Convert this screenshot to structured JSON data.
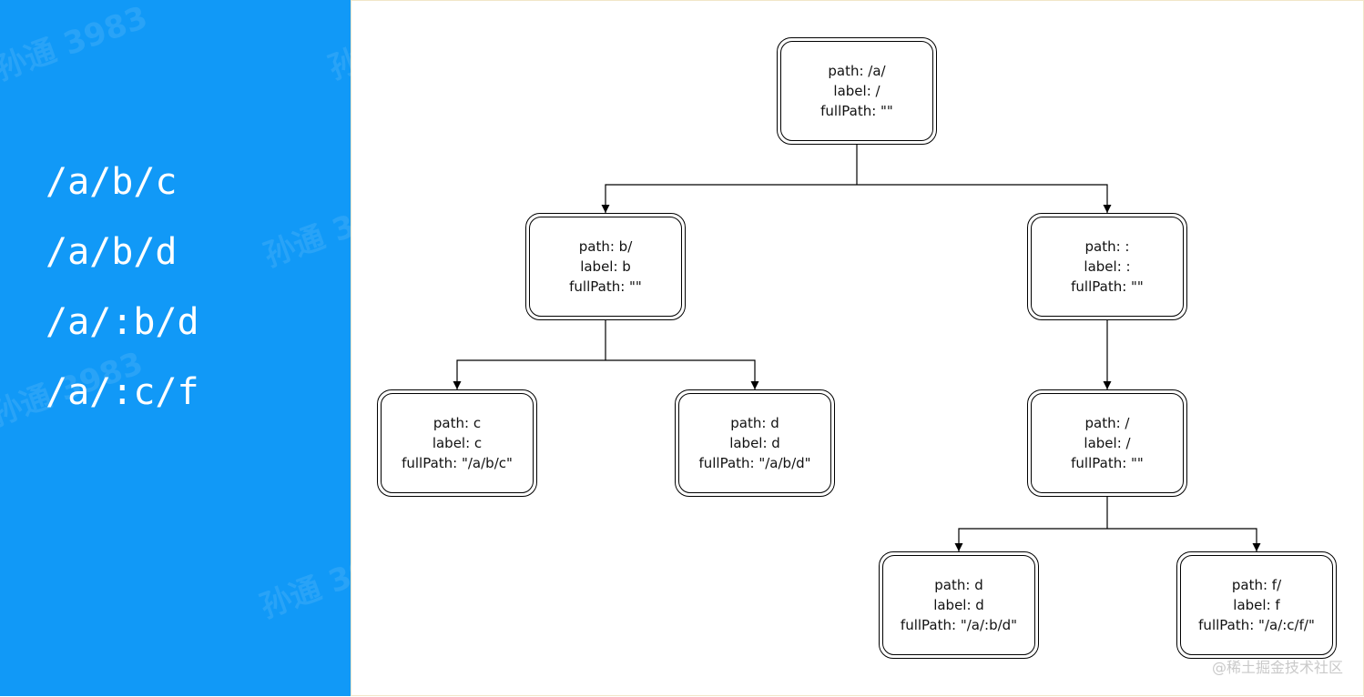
{
  "routes": [
    "/a/b/c",
    "/a/b/d",
    "/a/:b/d",
    "/a/:c/f"
  ],
  "watermark": "孙通 3983",
  "credit": "@稀土掘金技术社区",
  "nodes": {
    "root": {
      "path": "path: /a/",
      "label": "label: /",
      "fullPath": "fullPath: \"\""
    },
    "b": {
      "path": "path: b/",
      "label": "label: b",
      "fullPath": "fullPath: \"\""
    },
    "colon": {
      "path": "path: :",
      "label": "label: :",
      "fullPath": "fullPath: \"\""
    },
    "c": {
      "path": "path: c",
      "label": "label: c",
      "fullPath": "fullPath: \"/a/b/c\""
    },
    "d1": {
      "path": "path: d",
      "label": "label: d",
      "fullPath": "fullPath: \"/a/b/d\""
    },
    "slash": {
      "path": "path: /",
      "label": "label: /",
      "fullPath": "fullPath: \"\""
    },
    "d2": {
      "path": "path: d",
      "label": "label: d",
      "fullPath": "fullPath: \"/a/:b/d\""
    },
    "f": {
      "path": "path: f/",
      "label": "label: f",
      "fullPath": "fullPath: \"/a/:c/f/\""
    }
  },
  "edges": [
    [
      "root",
      "b"
    ],
    [
      "root",
      "colon"
    ],
    [
      "b",
      "c"
    ],
    [
      "b",
      "d1"
    ],
    [
      "colon",
      "slash"
    ],
    [
      "slash",
      "d2"
    ],
    [
      "slash",
      "f"
    ]
  ]
}
